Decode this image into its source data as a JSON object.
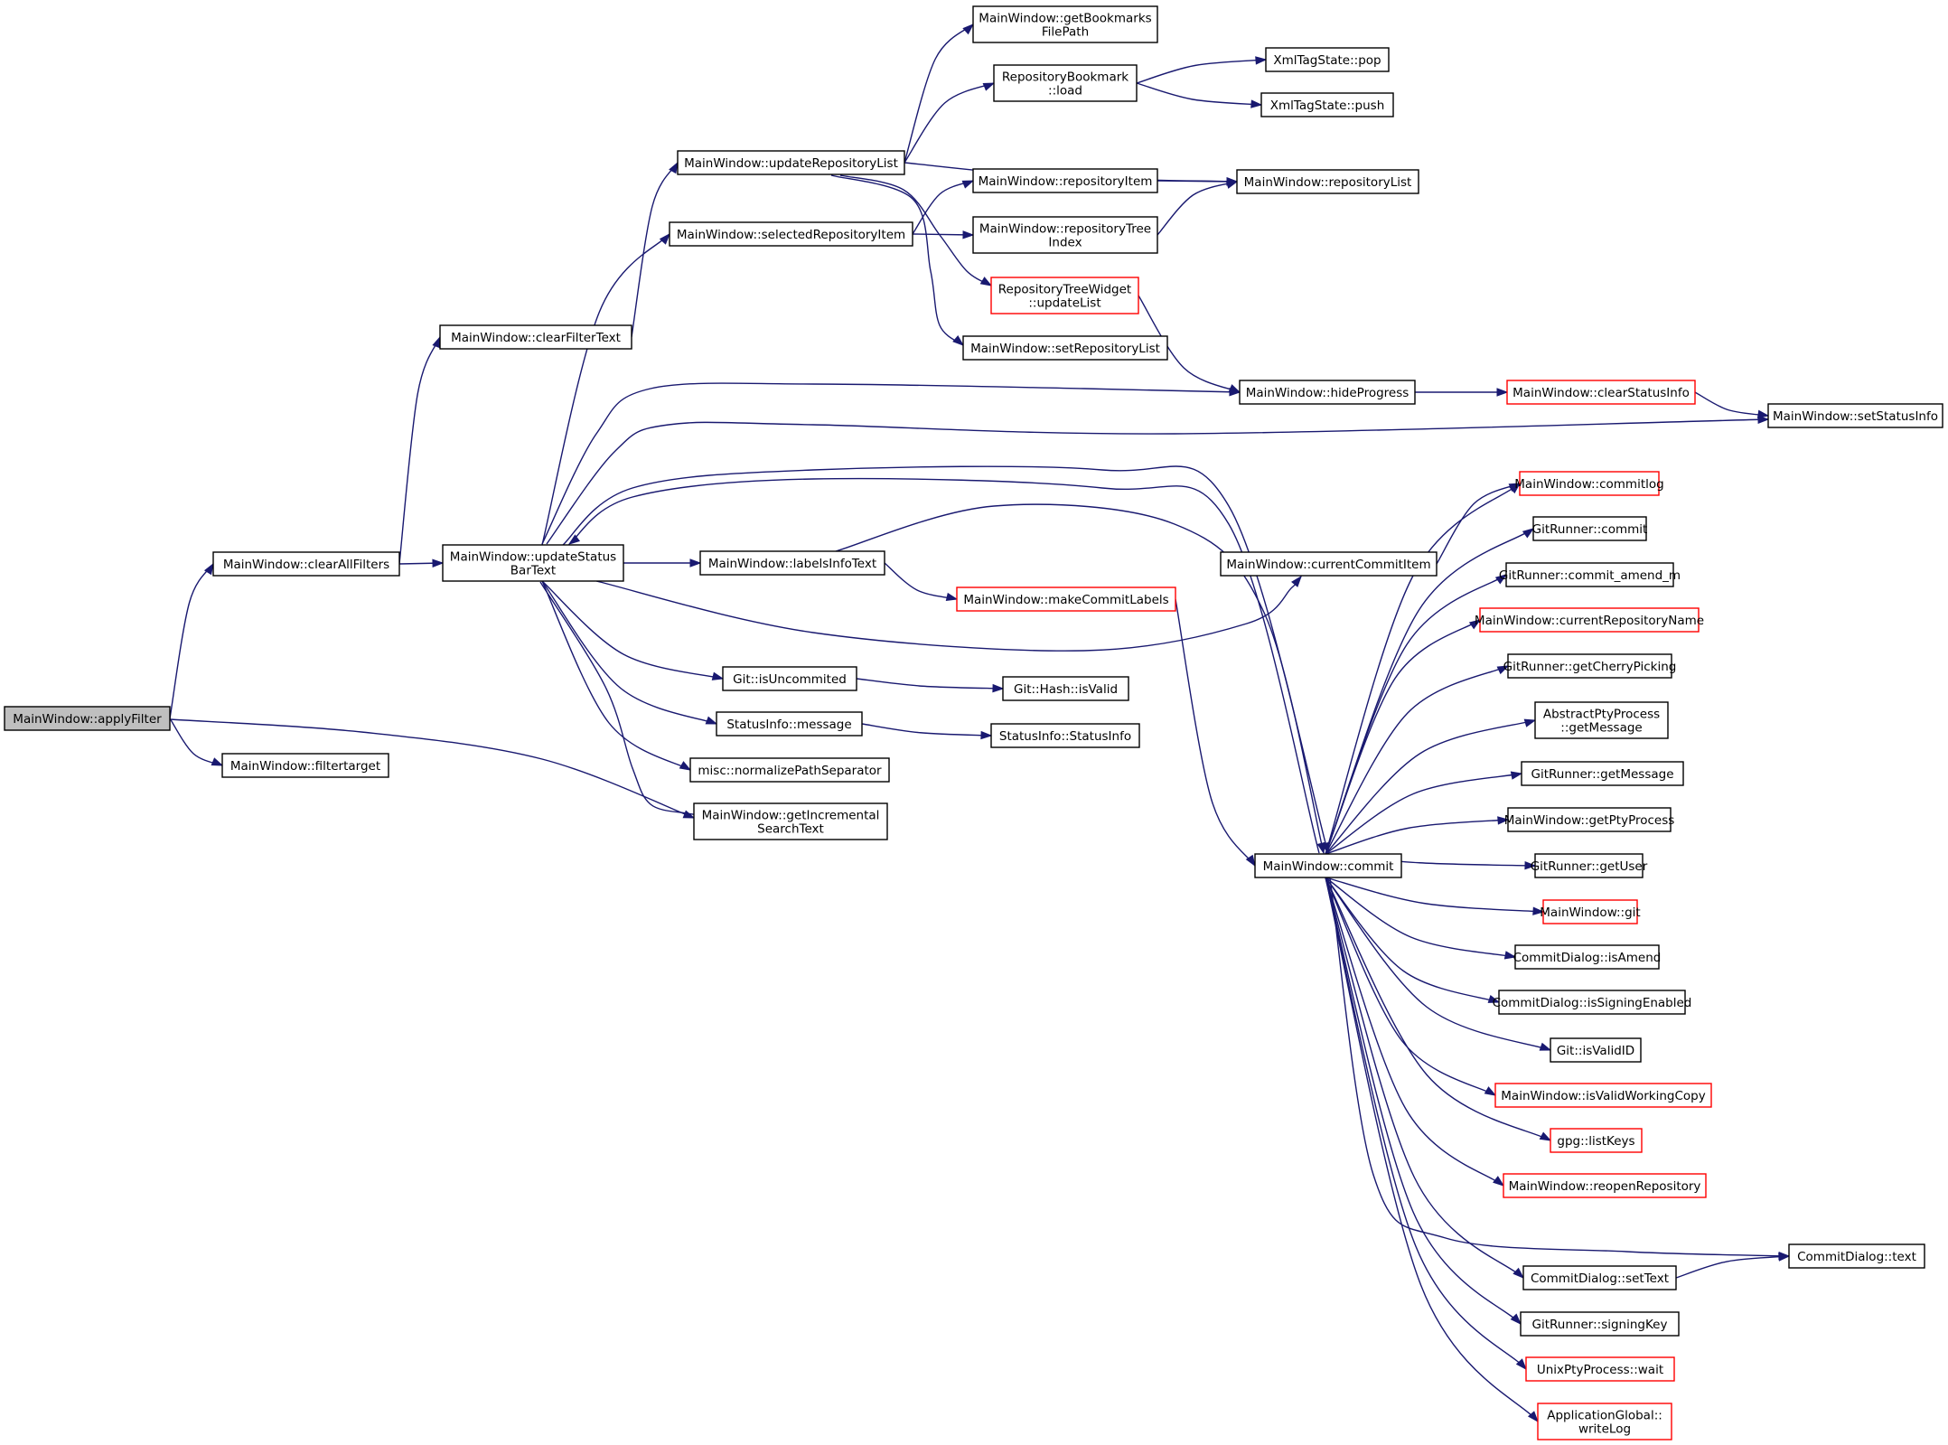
{
  "colors": {
    "edge": "#191970",
    "normal_border": "#000000",
    "truncated_border": "#ff0000",
    "root_fill": "#bfbfbf",
    "node_fill": "#ffffff"
  },
  "nodes": [
    {
      "id": "applyFilter",
      "lines": [
        "MainWindow::applyFilter"
      ],
      "kind": "root"
    },
    {
      "id": "clearAllFilters",
      "lines": [
        "MainWindow::clearAllFilters"
      ],
      "kind": "normal"
    },
    {
      "id": "filtertarget",
      "lines": [
        "MainWindow::filtertarget"
      ],
      "kind": "normal"
    },
    {
      "id": "clearFilterText",
      "lines": [
        "MainWindow::clearFilterText"
      ],
      "kind": "normal"
    },
    {
      "id": "updateStatusBarText",
      "lines": [
        "MainWindow::updateStatus",
        "BarText"
      ],
      "kind": "normal"
    },
    {
      "id": "updateRepositoryList",
      "lines": [
        "MainWindow::updateRepositoryList"
      ],
      "kind": "normal"
    },
    {
      "id": "selectedRepositoryItem",
      "lines": [
        "MainWindow::selectedRepositoryItem"
      ],
      "kind": "normal"
    },
    {
      "id": "labelsInfoText",
      "lines": [
        "MainWindow::labelsInfoText"
      ],
      "kind": "normal"
    },
    {
      "id": "isUncommited",
      "lines": [
        "Git::isUncommited"
      ],
      "kind": "normal"
    },
    {
      "id": "statusMessage",
      "lines": [
        "StatusInfo::message"
      ],
      "kind": "normal"
    },
    {
      "id": "normalizePathSeparator",
      "lines": [
        "misc::normalizePathSeparator"
      ],
      "kind": "normal"
    },
    {
      "id": "getIncrementalSearchText",
      "lines": [
        "MainWindow::getIncremental",
        "SearchText"
      ],
      "kind": "normal"
    },
    {
      "id": "getBookmarksFilePath",
      "lines": [
        "MainWindow::getBookmarks",
        "FilePath"
      ],
      "kind": "normal"
    },
    {
      "id": "bookmarkLoad",
      "lines": [
        "RepositoryBookmark",
        "::load"
      ],
      "kind": "normal"
    },
    {
      "id": "repositoryItem",
      "lines": [
        "MainWindow::repositoryItem"
      ],
      "kind": "normal"
    },
    {
      "id": "repositoryTreeIndex",
      "lines": [
        "MainWindow::repositoryTree",
        "Index"
      ],
      "kind": "normal"
    },
    {
      "id": "treeUpdateList",
      "lines": [
        "RepositoryTreeWidget",
        "::updateList"
      ],
      "kind": "truncated"
    },
    {
      "id": "setRepositoryList",
      "lines": [
        "MainWindow::setRepositoryList"
      ],
      "kind": "normal"
    },
    {
      "id": "makeCommitLabels",
      "lines": [
        "MainWindow::makeCommitLabels"
      ],
      "kind": "truncated"
    },
    {
      "id": "hashIsValid",
      "lines": [
        "Git::Hash::isValid"
      ],
      "kind": "normal"
    },
    {
      "id": "statusInfoCtor",
      "lines": [
        "StatusInfo::StatusInfo"
      ],
      "kind": "normal"
    },
    {
      "id": "xmlPop",
      "lines": [
        "XmlTagState::pop"
      ],
      "kind": "normal"
    },
    {
      "id": "xmlPush",
      "lines": [
        "XmlTagState::push"
      ],
      "kind": "normal"
    },
    {
      "id": "repositoryList",
      "lines": [
        "MainWindow::repositoryList"
      ],
      "kind": "normal"
    },
    {
      "id": "hideProgress",
      "lines": [
        "MainWindow::hideProgress"
      ],
      "kind": "normal"
    },
    {
      "id": "clearStatusInfo",
      "lines": [
        "MainWindow::clearStatusInfo"
      ],
      "kind": "truncated"
    },
    {
      "id": "setStatusInfo",
      "lines": [
        "MainWindow::setStatusInfo"
      ],
      "kind": "normal"
    },
    {
      "id": "currentCommitItem",
      "lines": [
        "MainWindow::currentCommitItem"
      ],
      "kind": "normal"
    },
    {
      "id": "commit",
      "lines": [
        "MainWindow::commit"
      ],
      "kind": "normal"
    },
    {
      "id": "commitlog",
      "lines": [
        "MainWindow::commitlog"
      ],
      "kind": "truncated"
    },
    {
      "id": "grCommit",
      "lines": [
        "GitRunner::commit"
      ],
      "kind": "normal"
    },
    {
      "id": "grCommitAmend",
      "lines": [
        "GitRunner::commit_amend_m"
      ],
      "kind": "normal"
    },
    {
      "id": "currentRepositoryName",
      "lines": [
        "MainWindow::currentRepositoryName"
      ],
      "kind": "truncated"
    },
    {
      "id": "getCherryPicking",
      "lines": [
        "GitRunner::getCherryPicking"
      ],
      "kind": "normal"
    },
    {
      "id": "ptyGetMessage",
      "lines": [
        "AbstractPtyProcess",
        "::getMessage"
      ],
      "kind": "normal"
    },
    {
      "id": "grGetMessage",
      "lines": [
        "GitRunner::getMessage"
      ],
      "kind": "normal"
    },
    {
      "id": "getPtyProcess",
      "lines": [
        "MainWindow::getPtyProcess"
      ],
      "kind": "normal"
    },
    {
      "id": "getUser",
      "lines": [
        "GitRunner::getUser"
      ],
      "kind": "normal"
    },
    {
      "id": "mwGit",
      "lines": [
        "MainWindow::git"
      ],
      "kind": "truncated"
    },
    {
      "id": "isAmend",
      "lines": [
        "CommitDialog::isAmend"
      ],
      "kind": "normal"
    },
    {
      "id": "isSigningEnabled",
      "lines": [
        "CommitDialog::isSigningEnabled"
      ],
      "kind": "normal"
    },
    {
      "id": "isValidID",
      "lines": [
        "Git::isValidID"
      ],
      "kind": "normal"
    },
    {
      "id": "isValidWorkingCopy",
      "lines": [
        "MainWindow::isValidWorkingCopy"
      ],
      "kind": "truncated"
    },
    {
      "id": "listKeys",
      "lines": [
        "gpg::listKeys"
      ],
      "kind": "truncated"
    },
    {
      "id": "reopenRepository",
      "lines": [
        "MainWindow::reopenRepository"
      ],
      "kind": "truncated"
    },
    {
      "id": "cdSetText",
      "lines": [
        "CommitDialog::setText"
      ],
      "kind": "normal"
    },
    {
      "id": "cdText",
      "lines": [
        "CommitDialog::text"
      ],
      "kind": "normal"
    },
    {
      "id": "signingKey",
      "lines": [
        "GitRunner::signingKey"
      ],
      "kind": "normal"
    },
    {
      "id": "ptyWait",
      "lines": [
        "UnixPtyProcess::wait"
      ],
      "kind": "truncated"
    },
    {
      "id": "writeLog",
      "lines": [
        "ApplicationGlobal::",
        "writeLog"
      ],
      "kind": "truncated"
    }
  ],
  "edges": [
    [
      "applyFilter",
      "clearAllFilters"
    ],
    [
      "applyFilter",
      "filtertarget"
    ],
    [
      "applyFilter",
      "getIncrementalSearchText"
    ],
    [
      "clearAllFilters",
      "clearFilterText"
    ],
    [
      "clearAllFilters",
      "updateStatusBarText"
    ],
    [
      "clearFilterText",
      "updateRepositoryList"
    ],
    [
      "updateRepositoryList",
      "getBookmarksFilePath"
    ],
    [
      "updateRepositoryList",
      "bookmarkLoad"
    ],
    [
      "updateRepositoryList",
      "repositoryList"
    ],
    [
      "updateRepositoryList",
      "treeUpdateList"
    ],
    [
      "updateRepositoryList",
      "setRepositoryList"
    ],
    [
      "bookmarkLoad",
      "xmlPop"
    ],
    [
      "bookmarkLoad",
      "xmlPush"
    ],
    [
      "selectedRepositoryItem",
      "repositoryItem"
    ],
    [
      "selectedRepositoryItem",
      "repositoryTreeIndex"
    ],
    [
      "repositoryItem",
      "repositoryList"
    ],
    [
      "repositoryTreeIndex",
      "repositoryList"
    ],
    [
      "treeUpdateList",
      "hideProgress"
    ],
    [
      "hideProgress",
      "clearStatusInfo"
    ],
    [
      "clearStatusInfo",
      "setStatusInfo"
    ],
    [
      "updateStatusBarText",
      "selectedRepositoryItem"
    ],
    [
      "updateStatusBarText",
      "hideProgress"
    ],
    [
      "updateStatusBarText",
      "setStatusInfo"
    ],
    [
      "updateStatusBarText",
      "commit"
    ],
    [
      "commit",
      "updateStatusBarText"
    ],
    [
      "updateStatusBarText",
      "labelsInfoText"
    ],
    [
      "updateStatusBarText",
      "currentCommitItem"
    ],
    [
      "updateStatusBarText",
      "isUncommited"
    ],
    [
      "updateStatusBarText",
      "statusMessage"
    ],
    [
      "updateStatusBarText",
      "normalizePathSeparator"
    ],
    [
      "updateStatusBarText",
      "getIncrementalSearchText"
    ],
    [
      "labelsInfoText",
      "makeCommitLabels"
    ],
    [
      "labelsInfoText",
      "commit"
    ],
    [
      "makeCommitLabels",
      "commit"
    ],
    [
      "currentCommitItem",
      "commitlog"
    ],
    [
      "isUncommited",
      "hashIsValid"
    ],
    [
      "statusMessage",
      "statusInfoCtor"
    ],
    [
      "commit",
      "commitlog"
    ],
    [
      "commit",
      "grCommit"
    ],
    [
      "commit",
      "grCommitAmend"
    ],
    [
      "commit",
      "currentRepositoryName"
    ],
    [
      "commit",
      "getCherryPicking"
    ],
    [
      "commit",
      "ptyGetMessage"
    ],
    [
      "commit",
      "grGetMessage"
    ],
    [
      "commit",
      "getPtyProcess"
    ],
    [
      "commit",
      "getUser"
    ],
    [
      "commit",
      "mwGit"
    ],
    [
      "commit",
      "isAmend"
    ],
    [
      "commit",
      "isSigningEnabled"
    ],
    [
      "commit",
      "isValidID"
    ],
    [
      "commit",
      "isValidWorkingCopy"
    ],
    [
      "commit",
      "listKeys"
    ],
    [
      "commit",
      "reopenRepository"
    ],
    [
      "commit",
      "cdText"
    ],
    [
      "commit",
      "cdSetText"
    ],
    [
      "cdSetText",
      "cdText"
    ],
    [
      "commit",
      "signingKey"
    ],
    [
      "commit",
      "ptyWait"
    ],
    [
      "commit",
      "writeLog"
    ]
  ]
}
